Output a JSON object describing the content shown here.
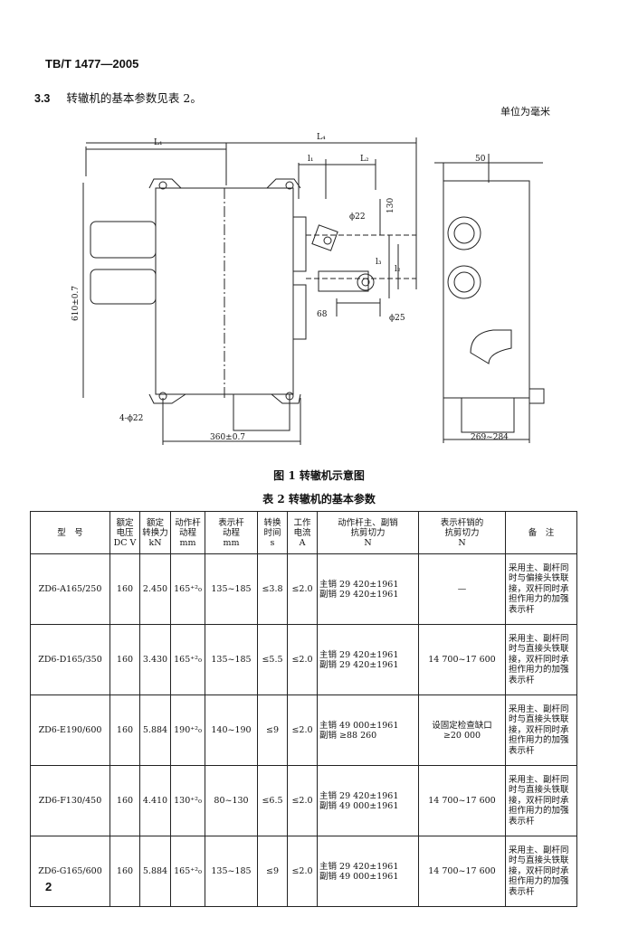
{
  "header": {
    "doc_code": "TB/T 1477—2005"
  },
  "section": {
    "number": "3.3",
    "text": "转辙机的基本参数见表 2。"
  },
  "unit_note": "单位为毫米",
  "figure": {
    "caption": "图 1   转辙机示意图",
    "labels": {
      "L1": "L₁",
      "L4": "L₄",
      "l1": "l₁",
      "L2": "L₂",
      "dim50": "50",
      "dim130": "130",
      "dia22a": "ϕ22",
      "dia25": "ϕ25",
      "dim68": "68",
      "l3": "l₃",
      "l2": "l₂",
      "dim610": "610±0.7",
      "holes": "4-ϕ22",
      "dim360": "360±0.7",
      "dim269": "269~284"
    }
  },
  "table": {
    "caption": "表 2   转辙机的基本参数",
    "headers": [
      [
        "型　号"
      ],
      [
        "额定",
        "电压",
        "DC V"
      ],
      [
        "额定",
        "转换力",
        "kN"
      ],
      [
        "动作杆",
        "动程",
        "mm"
      ],
      [
        "表示杆",
        "动程",
        "mm"
      ],
      [
        "转换",
        "时间",
        "s"
      ],
      [
        "工作",
        "电流",
        "A"
      ],
      [
        "动作杆主、副销",
        "抗剪切力",
        "N"
      ],
      [
        "表示杆销的",
        "抗剪切力",
        "N"
      ],
      [
        "备　注"
      ]
    ],
    "rows": [
      {
        "model": "ZD6-A165/250",
        "voltage": "160",
        "force": "2.450",
        "stroke": "165⁺²₀",
        "ind_stroke": "135~185",
        "time": "≤3.8",
        "current": "≤2.0",
        "shear": [
          "主销 29 420±1961",
          "副销 29 420±1961"
        ],
        "ind_shear": "—",
        "note": "采用主、副杆同时与偏接头铁联接，双杆同时承担作用力的加强表示杆"
      },
      {
        "model": "ZD6-D165/350",
        "voltage": "160",
        "force": "3.430",
        "stroke": "165⁺²₀",
        "ind_stroke": "135~185",
        "time": "≤5.5",
        "current": "≤2.0",
        "shear": [
          "主销 29 420±1961",
          "副销 29 420±1961"
        ],
        "ind_shear": "14 700~17 600",
        "note": "采用主、副杆同时与直接头铁联接，双杆同时承担作用力的加强表示杆"
      },
      {
        "model": "ZD6-E190/600",
        "voltage": "160",
        "force": "5.884",
        "stroke": "190⁺²₀",
        "ind_stroke": "140~190",
        "time": "≤9",
        "current": "≤2.0",
        "shear": [
          "主销 49 000±1961",
          "副销 ≥88 260"
        ],
        "ind_shear": [
          "设固定检查缺口",
          "≥20 000"
        ],
        "note": "采用主、副杆同时与直接头铁联接，双杆同时承担作用力的加强表示杆"
      },
      {
        "model": "ZD6-F130/450",
        "voltage": "160",
        "force": "4.410",
        "stroke": "130⁺²₀",
        "ind_stroke": "80~130",
        "time": "≤6.5",
        "current": "≤2.0",
        "shear": [
          "主销 29 420±1961",
          "副销 49 000±1961"
        ],
        "ind_shear": "14 700~17 600",
        "note": "采用主、副杆同时与直接头铁联接，双杆同时承担作用力的加强表示杆"
      },
      {
        "model": "ZD6-G165/600",
        "voltage": "160",
        "force": "5.884",
        "stroke": "165⁺²₀",
        "ind_stroke": "135~185",
        "time": "≤9",
        "current": "≤2.0",
        "shear": [
          "主销 29 420±1961",
          "副销 49 000±1961"
        ],
        "ind_shear": "14 700~17 600",
        "note": "采用主、副杆同时与直接头铁联接，双杆同时承担作用力的加强表示杆"
      }
    ]
  },
  "page_number": "2"
}
